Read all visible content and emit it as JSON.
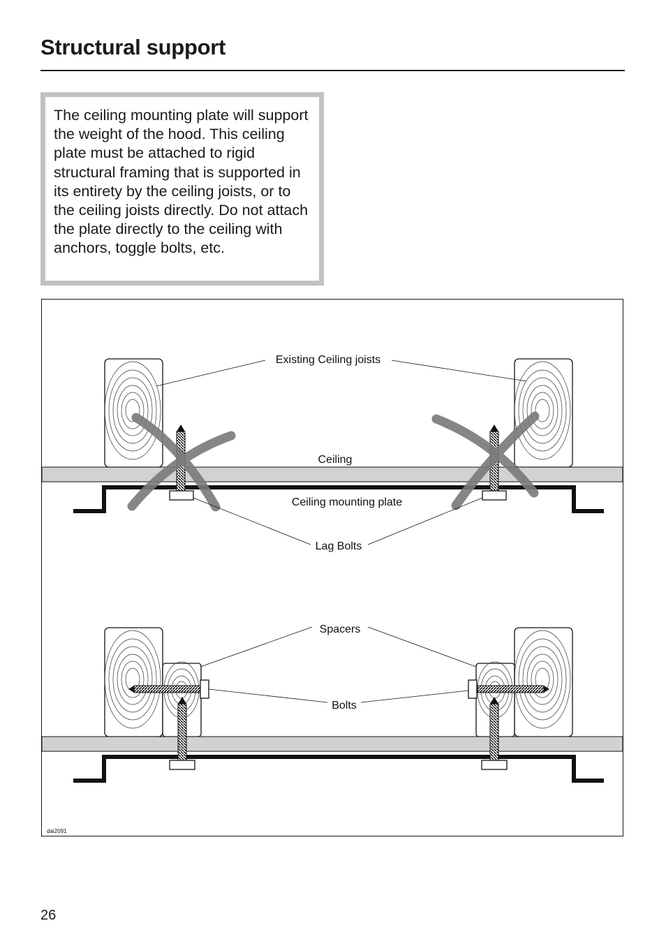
{
  "page": {
    "title": "Structural support",
    "note": "The ceiling mounting plate will support the weight of the hood. This ceiling plate must be attached to rigid structural framing that is supported in its entirety by the ceiling joists, or to the ceiling joists directly. Do not attach the plate directly to the ceiling with anchors, toggle bolts, etc.",
    "page_number": "26"
  },
  "figure": {
    "labels": {
      "joists": "Existing Ceiling joists",
      "ceiling": "Ceiling",
      "plate": "Ceiling mounting plate",
      "lag_bolts": "Lag Bolts",
      "spacers": "Spacers",
      "bolts": "Bolts",
      "figure_code": "dai2091"
    },
    "colors": {
      "ceiling_fill": "#d2d2d2",
      "cross_mark": "#7a7a7a",
      "plate": "#111111"
    }
  }
}
